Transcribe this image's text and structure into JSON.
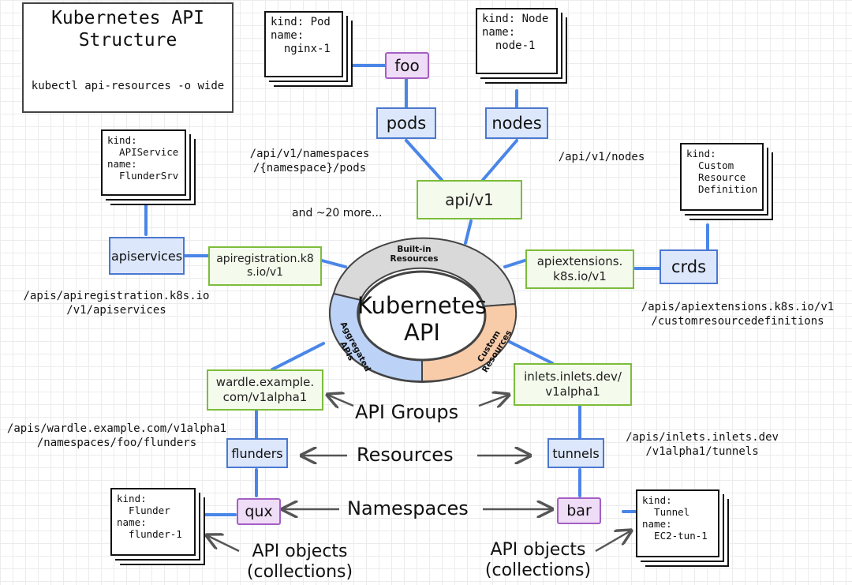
{
  "title": {
    "heading": "Kubernetes API\nStructure",
    "command": "kubectl api-resources -o wide"
  },
  "core": {
    "label": "Kubernetes\nAPI",
    "segments": {
      "builtin": "Built-in\nResources",
      "aggregated": "Aggregated\nAPIs",
      "custom": "Custom\nResources"
    },
    "colors": {
      "builtin": "#d9d9d9",
      "aggregated": "#bcd3f7",
      "custom": "#f8cba9"
    }
  },
  "cards": {
    "pod": "kind: Pod\nname:\n  nginx-1",
    "node": "kind: Node\nname:\n  node-1",
    "apiservice": "kind:\n  APIService\nname:\n  FlunderSrv",
    "crd": "kind:\n  Custom\n  Resource\n  Definition",
    "flunder": "kind:\n  Flunder\nname:\n  flunder-1",
    "tunnel": "kind:\n  Tunnel\nname:\n  EC2-tun-1"
  },
  "resources": {
    "pods": "pods",
    "nodes": "nodes",
    "apiservices": "apiservices",
    "crds": "crds",
    "flunders": "flunders",
    "tunnels": "tunnels"
  },
  "groups": {
    "api_v1": "api/v1",
    "apiregistration": "apiregistration.k8\ns.io/v1",
    "apiextensions": "apiextensions.\nk8s.io/v1",
    "wardle": "wardle.example.\ncom/v1alpha1",
    "inlets": "inlets.inlets.dev/\nv1alpha1"
  },
  "namespaces": {
    "foo": "foo",
    "qux": "qux",
    "bar": "bar"
  },
  "paths": {
    "pods": "/api/v1/namespaces\n/{namespace}/pods",
    "nodes": "/api/v1/nodes",
    "apiservices": "/apis/apiregistration.k8s.io\n/v1/apiservices",
    "crds": "/apis/apiextensions.k8s.io/v1\n/customresourcedefinitions",
    "flunders": "/apis/wardle.example.com/v1alpha1\n/namespaces/foo/flunders",
    "tunnels": "/apis/inlets.inlets.dev\n/v1alpha1/tunnels"
  },
  "labels": {
    "more": "and ~20 more...",
    "api_groups": "API Groups",
    "resources": "Resources",
    "namespaces": "Namespaces",
    "objects_left": "API objects\n(collections)",
    "objects_right": "API objects\n(collections)"
  }
}
